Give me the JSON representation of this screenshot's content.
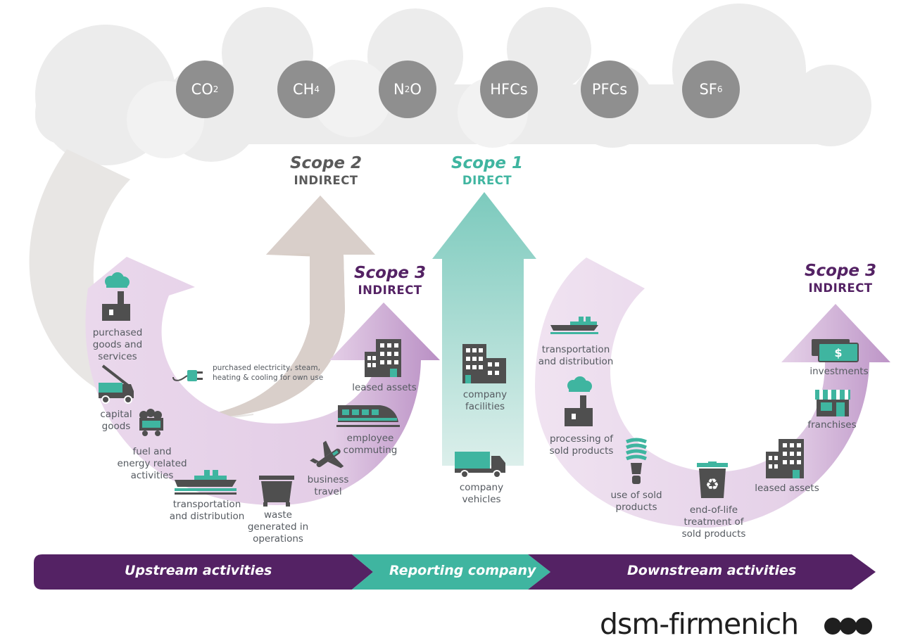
{
  "gases": [
    {
      "base": "CO",
      "sub": "2"
    },
    {
      "base": "CH",
      "sub": "4"
    },
    {
      "base": "N",
      "sub": "2",
      "tail": "O"
    },
    {
      "base": "HFCs"
    },
    {
      "base": "PFCs"
    },
    {
      "base": "SF",
      "sub": "6"
    }
  ],
  "scopes": {
    "scope2": {
      "title": "Scope 2",
      "subtitle": "INDIRECT"
    },
    "scope1": {
      "title": "Scope 1",
      "subtitle": "DIRECT"
    },
    "scope3_up": {
      "title": "Scope 3",
      "subtitle": "INDIRECT"
    },
    "scope3_down": {
      "title": "Scope 3",
      "subtitle": "INDIRECT"
    }
  },
  "upstream_labels": {
    "purchased_goods": "purchased goods and services",
    "capital_goods": "capital goods",
    "fuel_energy": "fuel and energy related activities",
    "transport": "transportation and distribution",
    "waste": "waste generated in operations",
    "business_travel": "business travel",
    "employee_commuting": "employee commuting",
    "leased_assets": "leased assets"
  },
  "scope2_label": "purchased electricity, steam, heating & cooling for own use",
  "company_labels": {
    "facilities": "company facilities",
    "vehicles": "company vehicles"
  },
  "downstream_labels": {
    "transport": "transportation and distribution",
    "processing": "processing of sold products",
    "use": "use of sold products",
    "end_of_life": "end-of-life treatment of sold products",
    "leased_assets": "leased assets",
    "franchises": "franchises",
    "investments": "investments"
  },
  "bands": {
    "upstream": "Upstream activities",
    "reporting": "Reporting company",
    "downstream": "Downstream activities"
  },
  "brand": {
    "name": "dsm-firmenich"
  },
  "colors": {
    "purple": "#542264",
    "teal": "#3fb5a0",
    "lavender": "#e3cfe6",
    "cloud": "#ededed",
    "beige": "#d8ccc6",
    "icon": "#4f4f4f"
  }
}
